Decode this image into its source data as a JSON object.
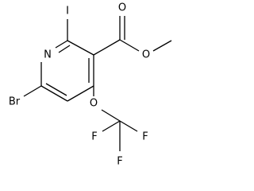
{
  "atoms": {
    "n1": "N",
    "i1": "I",
    "br1": "Br",
    "o_carbonyl": "O",
    "o_ester": "O",
    "o_ether": "O",
    "f1": "F",
    "f2": "F",
    "f3": "F"
  }
}
